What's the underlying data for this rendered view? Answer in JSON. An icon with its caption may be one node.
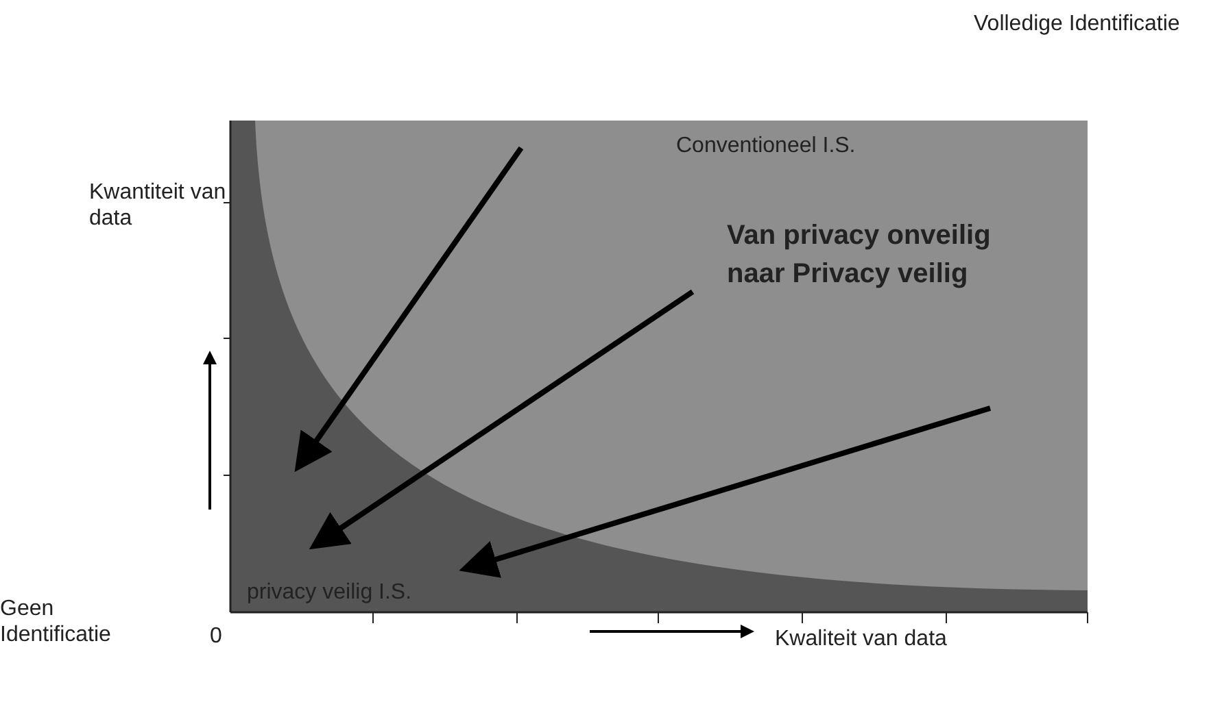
{
  "diagram": {
    "labels": [
      "Volledige Identificatie",
      "Conventioneel I.S.",
      "Kwantiteit van data",
      "Van privacy onveilig naar Privacy veilig",
      "Geen Identificatie",
      "0",
      "privacy veilig I.S.",
      "Kwaliteit van data"
    ]
  }
}
